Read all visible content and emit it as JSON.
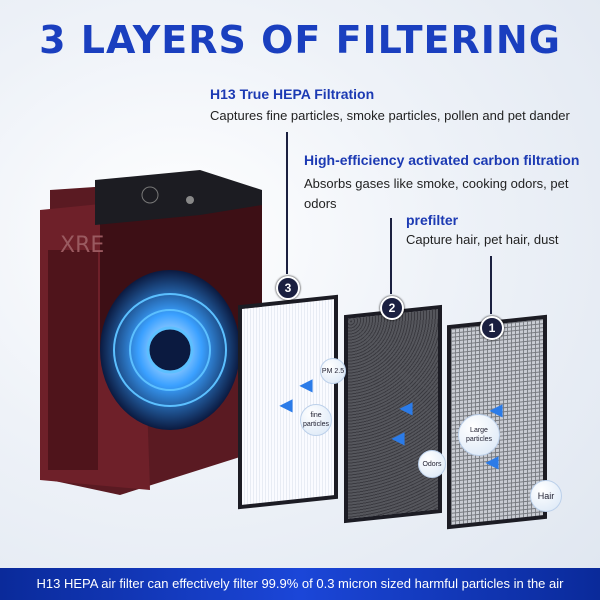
{
  "title": "3 LAYERS OF FILTERING",
  "layers": [
    {
      "number": "3",
      "heading": "H13 True HEPA Filtration",
      "description": "Captures fine particles, smoke particles, pollen and pet dander"
    },
    {
      "number": "2",
      "heading": "High-efficiency activated carbon filtration",
      "description": "Absorbs gases like smoke, cooking odors, pet odors"
    },
    {
      "number": "1",
      "heading": "prefilter",
      "description": "Capture hair, pet hair, dust"
    }
  ],
  "purifier": {
    "brand_mark": "XRE"
  },
  "bubbles": {
    "pm": "PM 2.5",
    "fine": "fine particles",
    "odors": "Odors",
    "large": "Large particles",
    "hair": "Hair"
  },
  "footer": "H13 HEPA air filter can effectively filter 99.9% of 0.3 micron sized harmful particles in the air",
  "colors": {
    "accent": "#1a3fbf",
    "footer_bg": "#1b46d8",
    "airflow": "#2b7be8"
  }
}
